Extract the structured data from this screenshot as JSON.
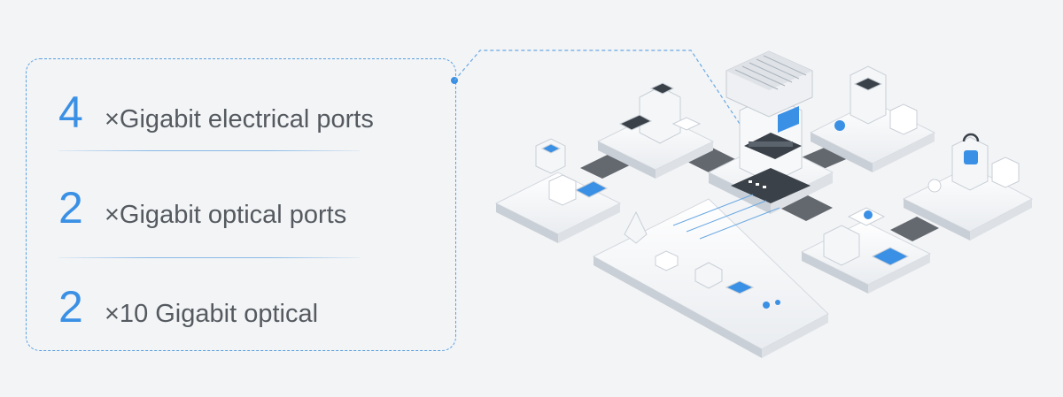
{
  "features": [
    {
      "count": "4",
      "label": "×Gigabit electrical ports"
    },
    {
      "count": "2",
      "label": "×Gigabit optical ports"
    },
    {
      "count": "2",
      "label": "×10 Gigabit optical"
    }
  ],
  "colors": {
    "accent": "#3a90e5",
    "text": "#555a60",
    "background": "#f3f4f6"
  }
}
